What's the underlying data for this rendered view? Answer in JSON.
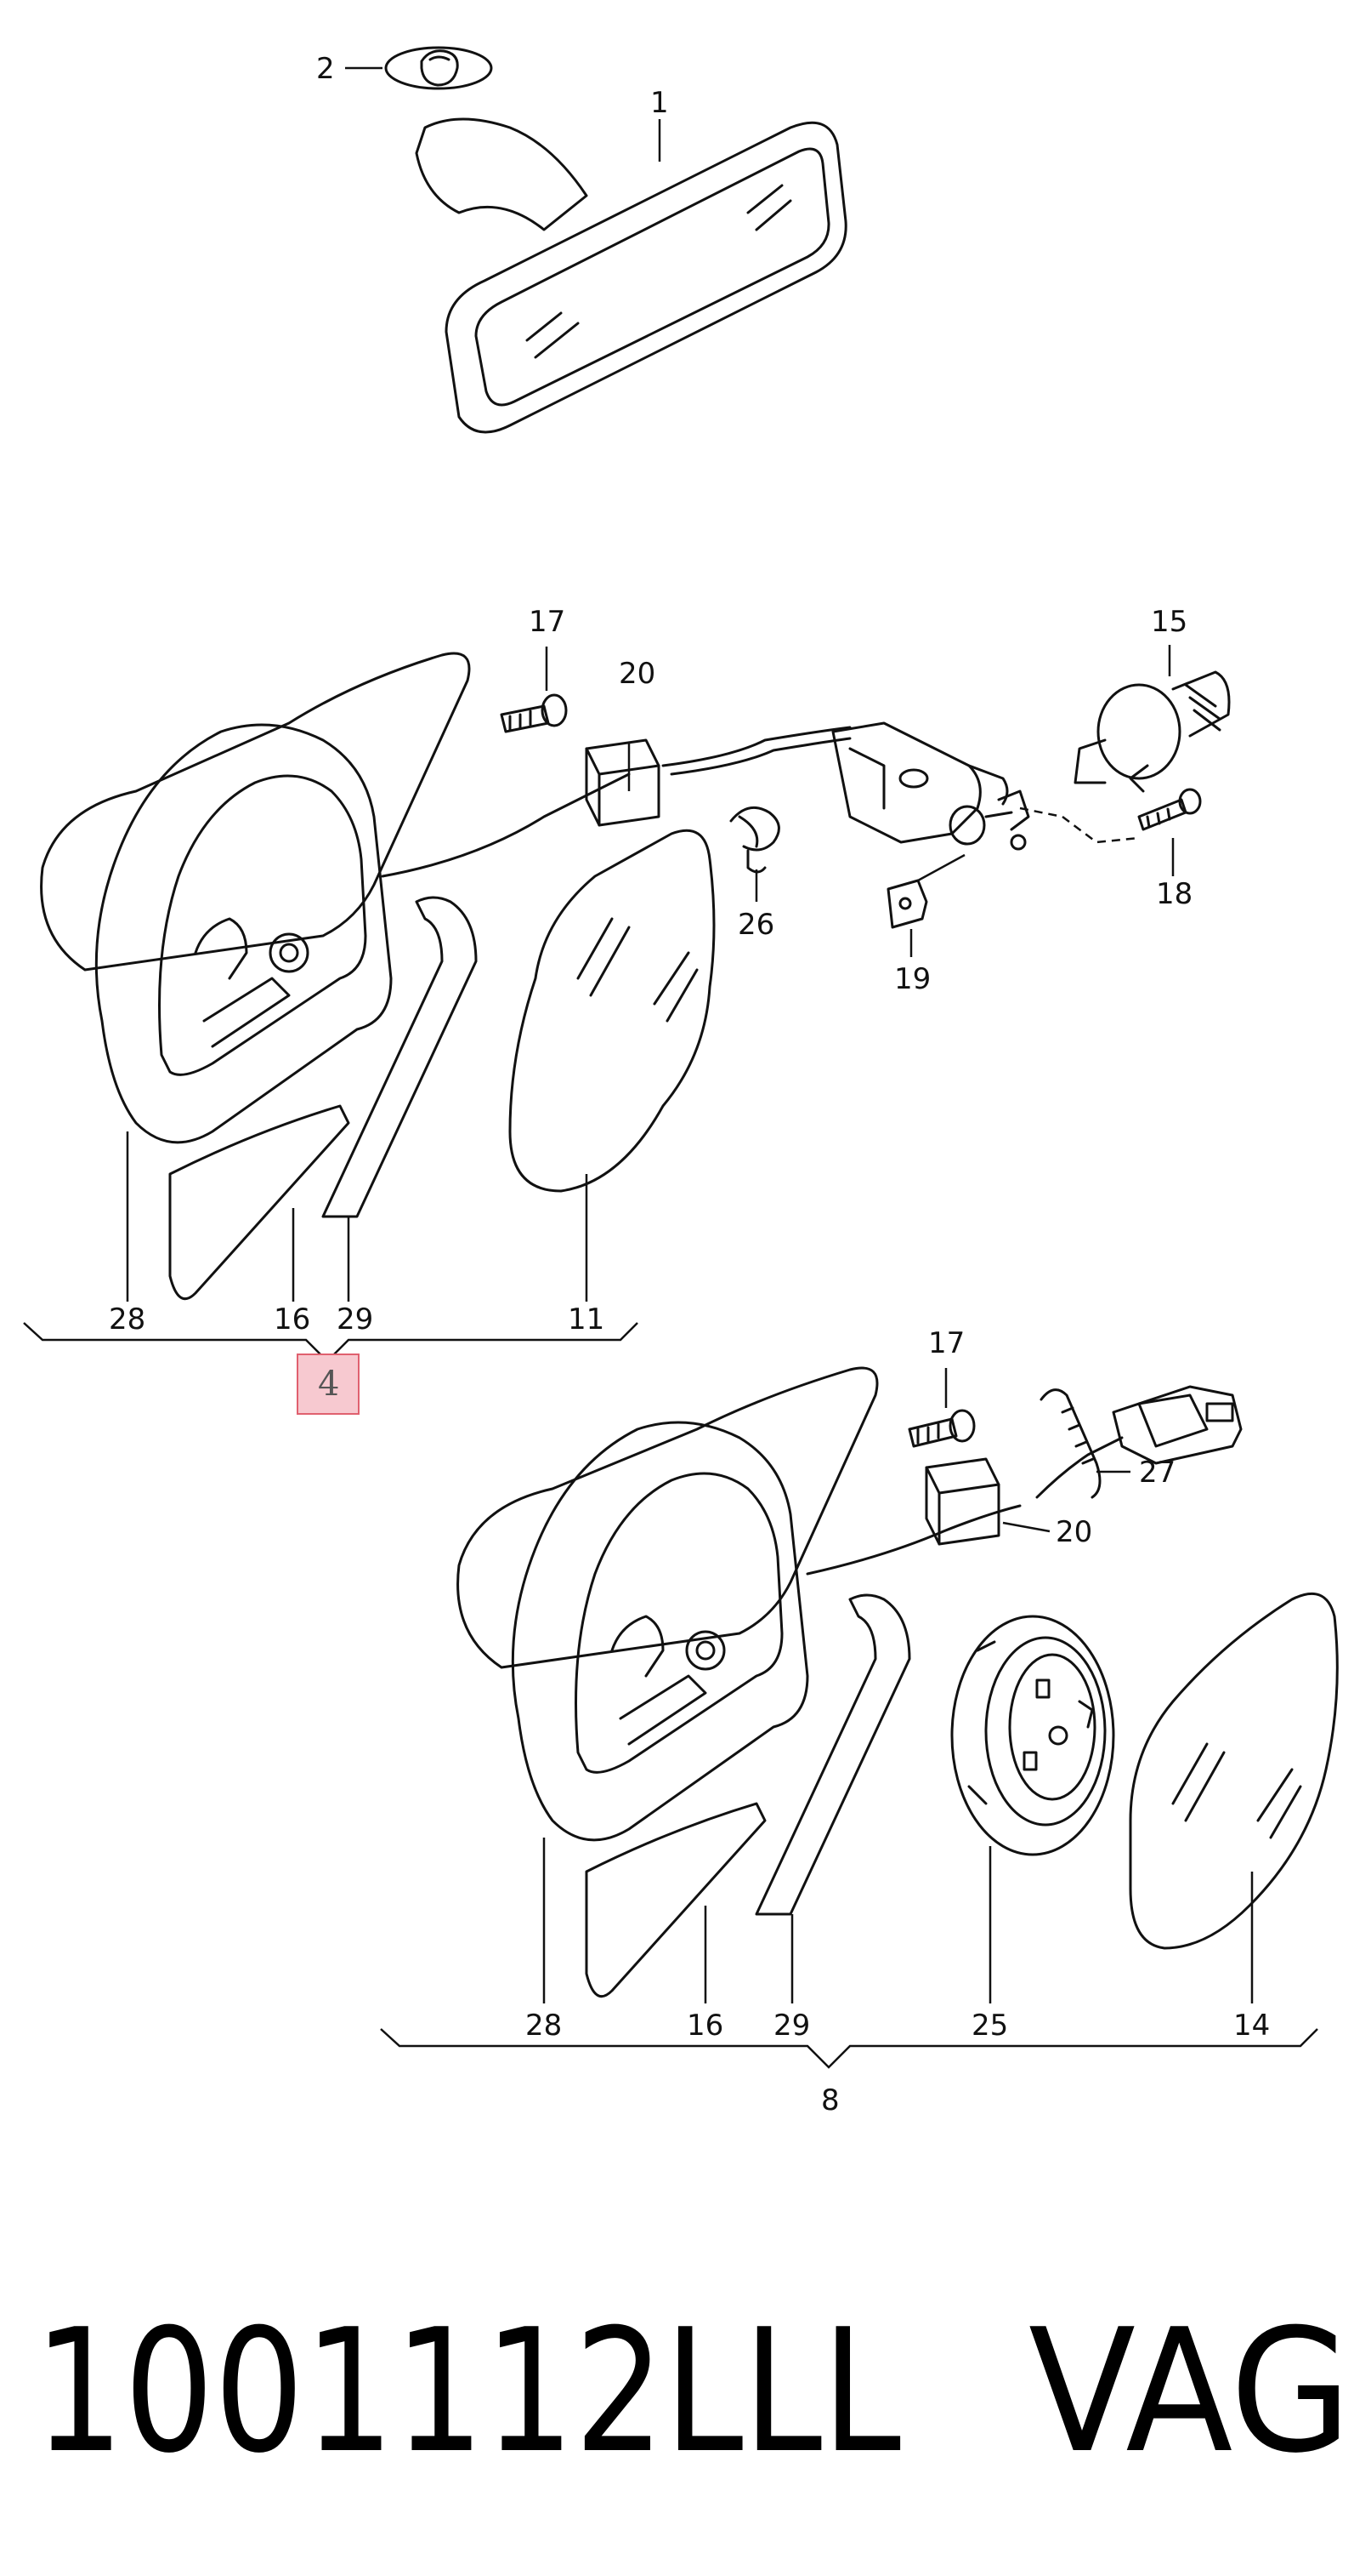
{
  "colors": {
    "line": "#111111",
    "highlight_fill": "#f7c9d0",
    "highlight_border": "#e0606f",
    "highlight_text": "#555555"
  },
  "callouts": {
    "c1": "1",
    "c2": "2",
    "c15": "15",
    "c17a": "17",
    "c20a": "20",
    "c26": "26",
    "c19": "19",
    "c18": "18",
    "c28a": "28",
    "c16a": "16",
    "c29a": "29",
    "c11": "11",
    "c4": "4",
    "c17b": "17",
    "c27": "27",
    "c20b": "20",
    "c28b": "28",
    "c16b": "16",
    "c29b": "29",
    "c25": "25",
    "c14": "14",
    "c8": "8"
  },
  "part_number": "1001112LLL",
  "brand": "VAG"
}
